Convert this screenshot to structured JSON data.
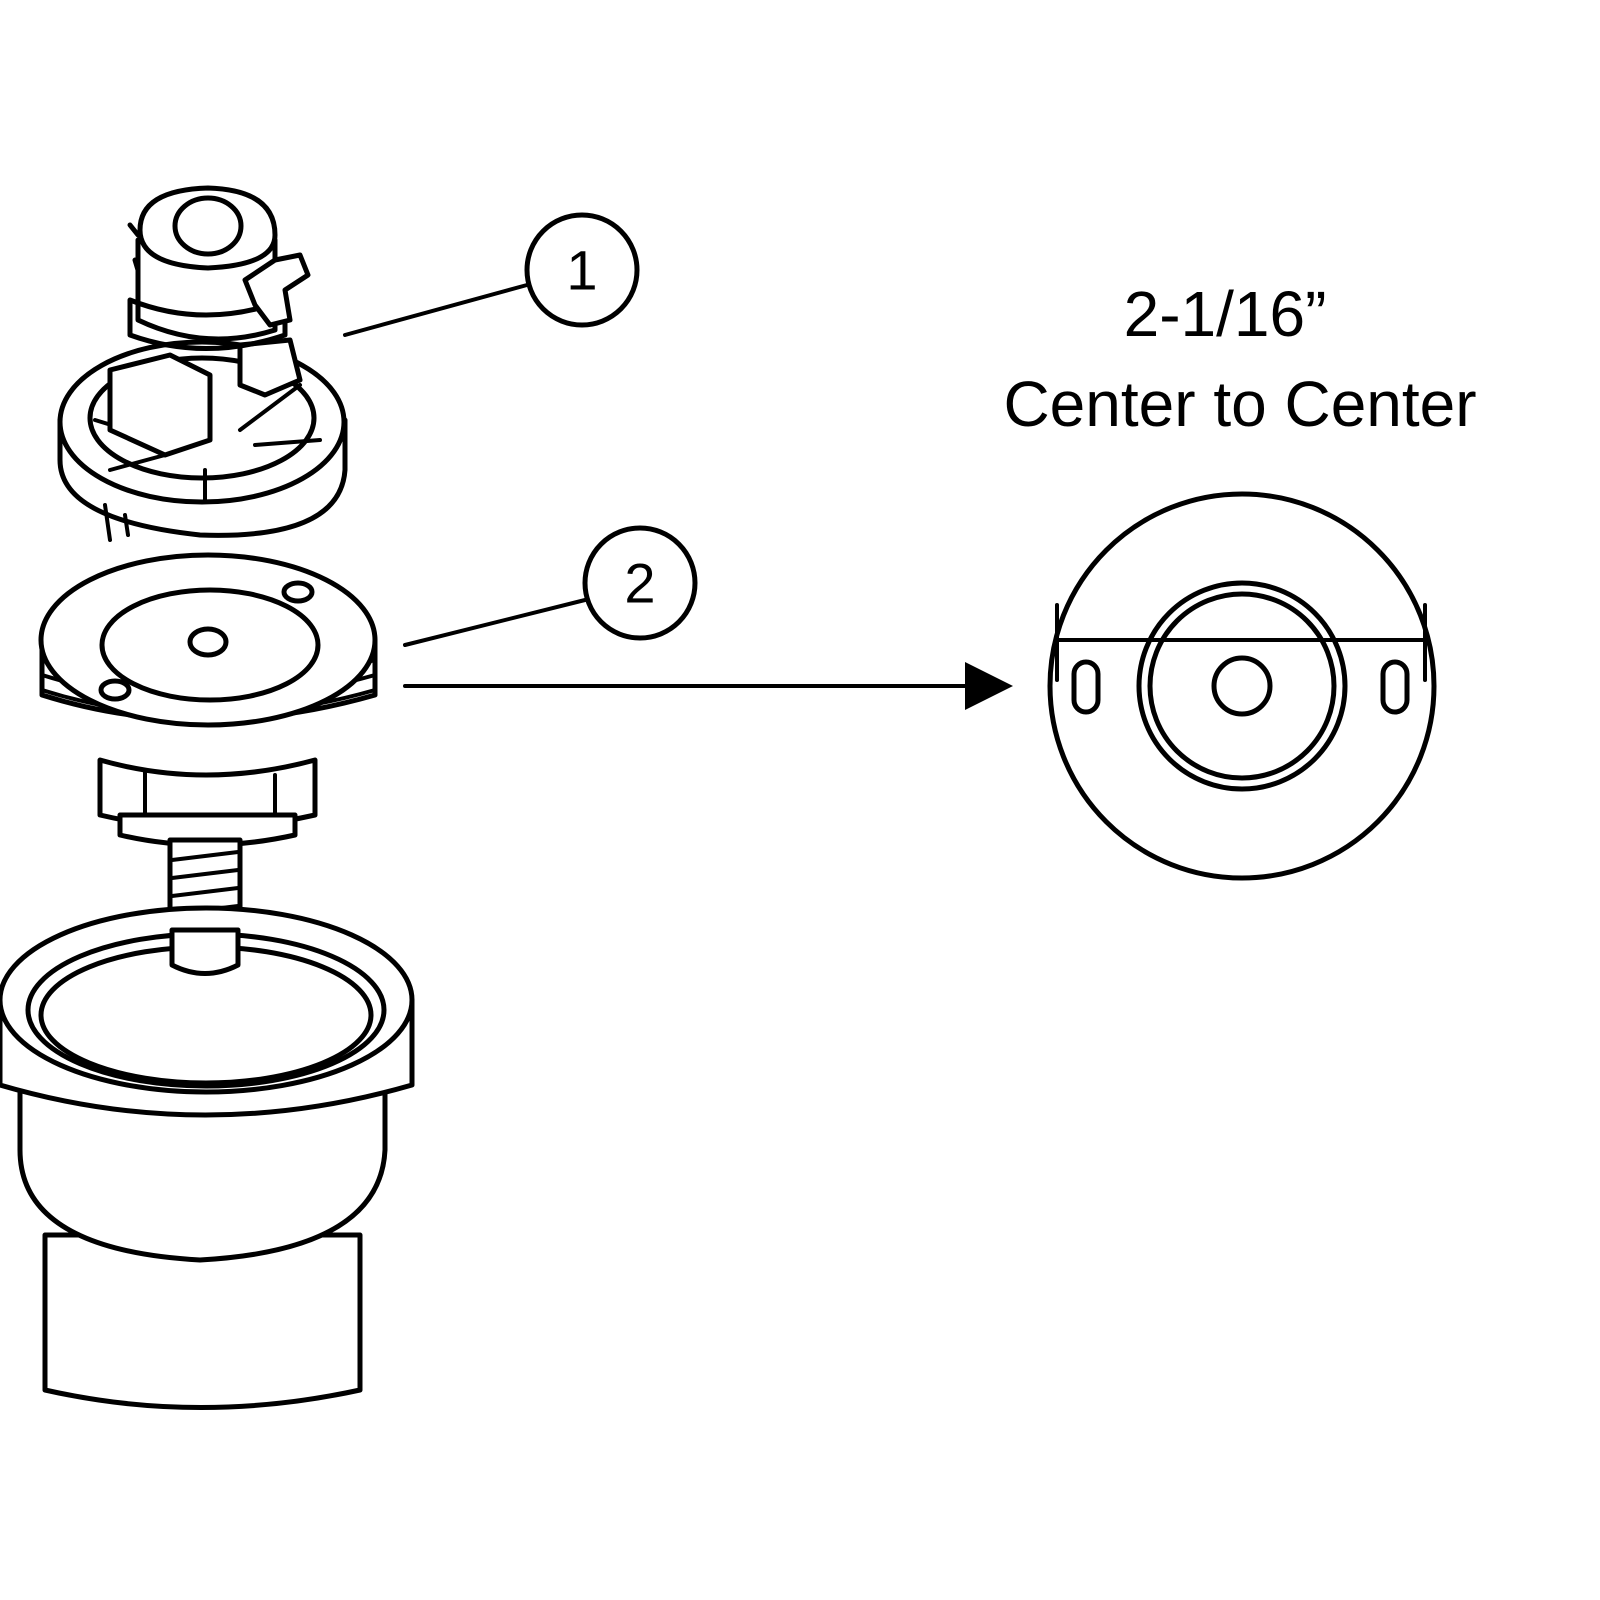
{
  "callouts": [
    {
      "id": "1",
      "label": "1"
    },
    {
      "id": "2",
      "label": "2"
    }
  ],
  "dimension": {
    "value": "2-1/16”",
    "caption": "Center to Center"
  },
  "colors": {
    "line": "#000000",
    "background": "#ffffff"
  }
}
